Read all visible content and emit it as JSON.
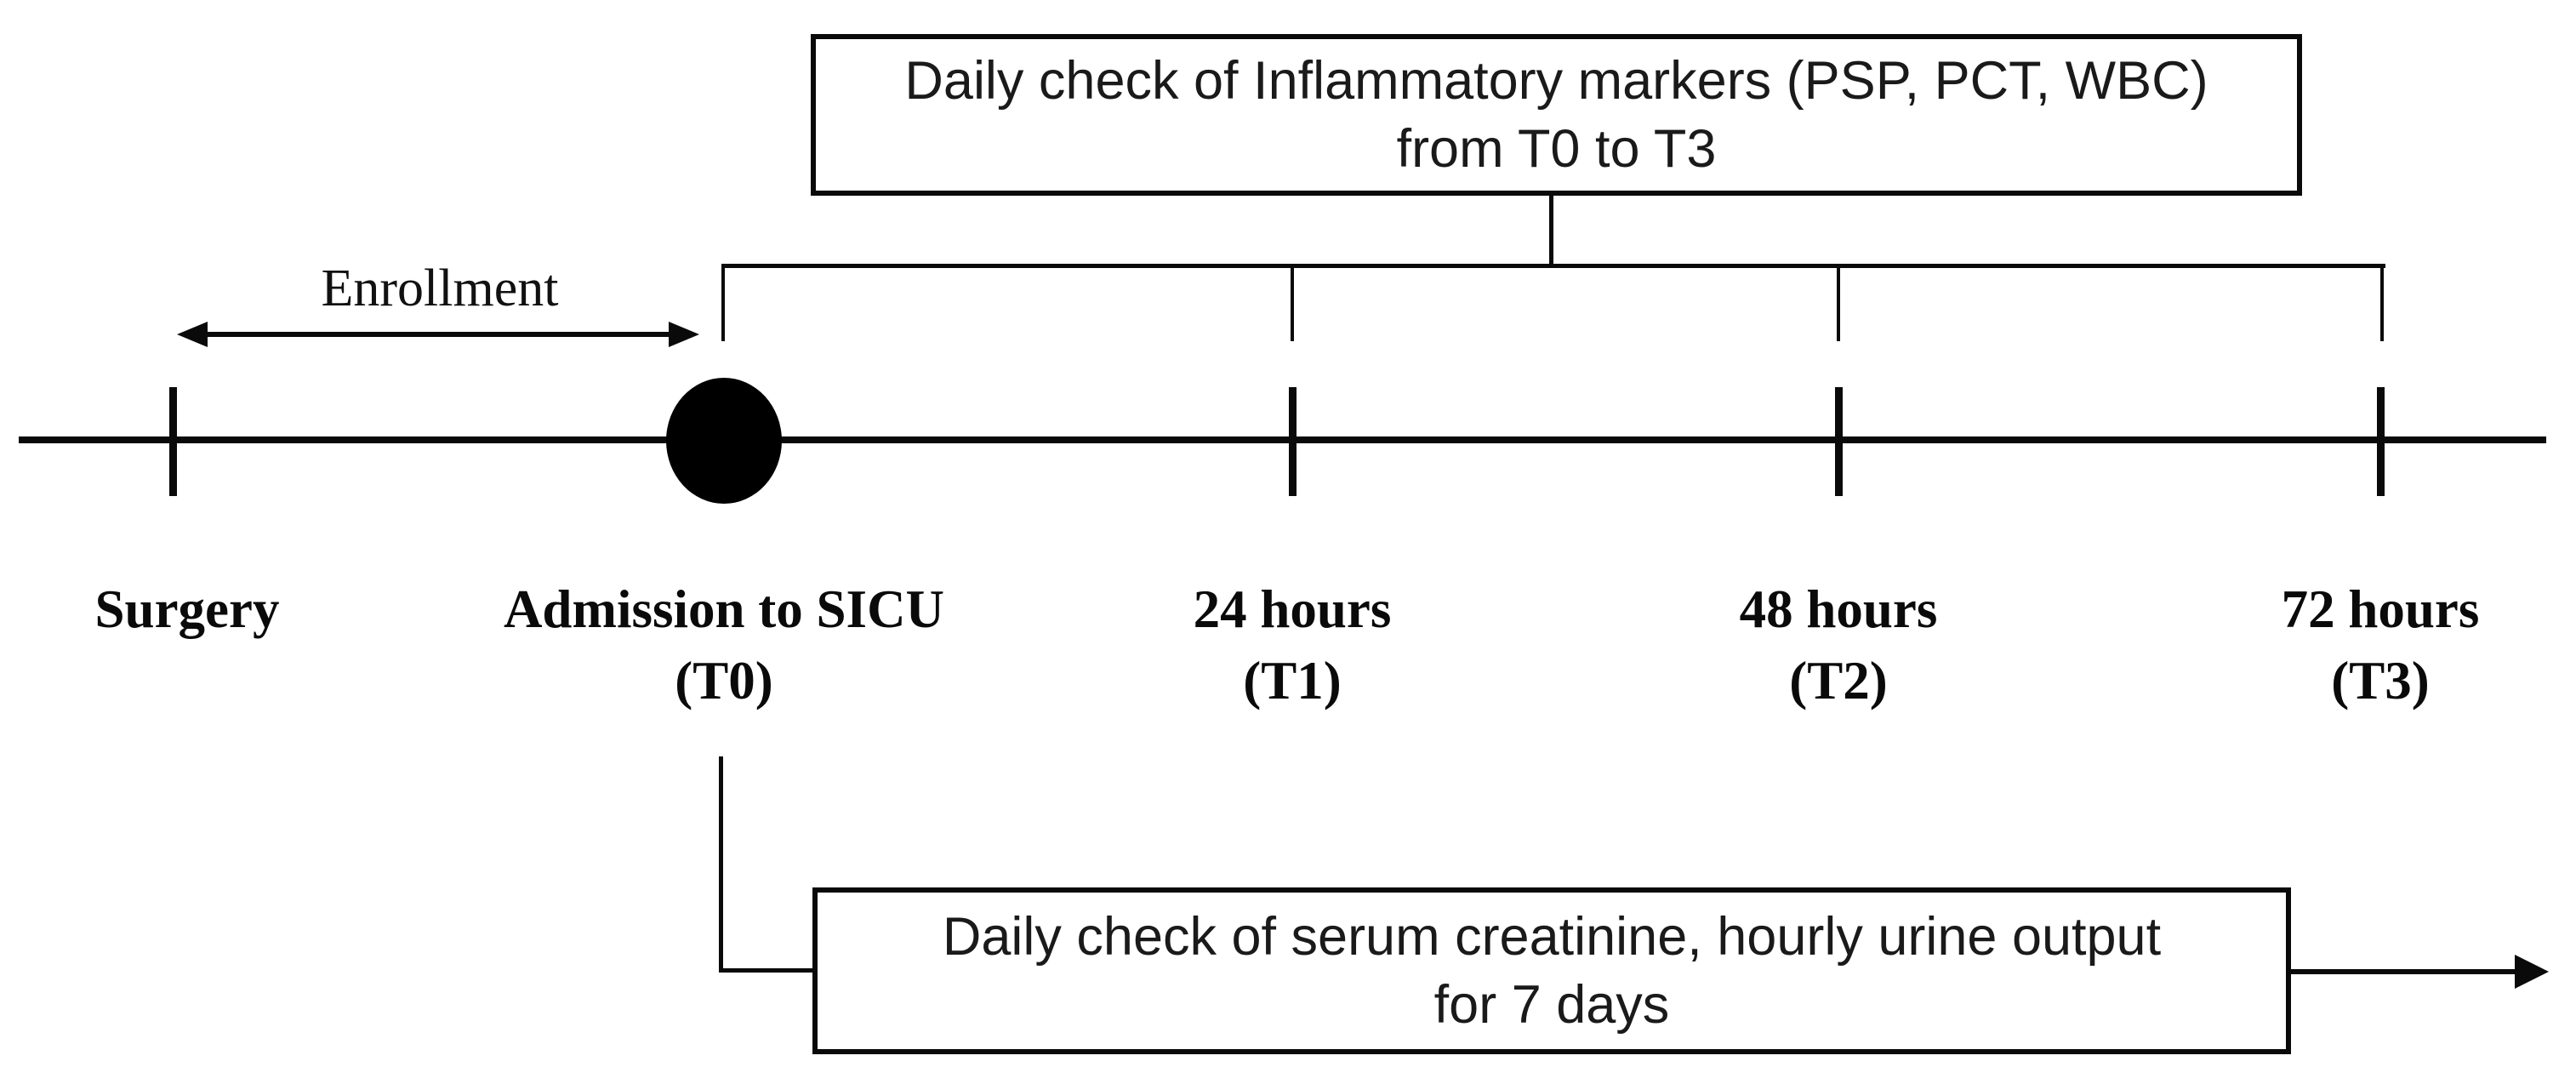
{
  "canvas": {
    "background": "#ffffff",
    "ink": "#000000"
  },
  "top_box": {
    "line1": "Daily check of Inflammatory markers (PSP, PCT, WBC)",
    "line2": "from T0 to T3"
  },
  "enrollment_label": "Enrollment",
  "timeline_points": [
    {
      "label": "Surgery",
      "sublabel": "",
      "marker": "tick"
    },
    {
      "label": "Admission to SICU",
      "sublabel": "(T0)",
      "marker": "filled-dot"
    },
    {
      "label": "24 hours",
      "sublabel": "(T1)",
      "marker": "tick"
    },
    {
      "label": "48 hours",
      "sublabel": "(T2)",
      "marker": "tick"
    },
    {
      "label": "72 hours",
      "sublabel": "(T3)",
      "marker": "tick"
    }
  ],
  "bottom_box": {
    "line1": "Daily check of serum creatinine, hourly urine output",
    "line2": "for 7 days"
  }
}
